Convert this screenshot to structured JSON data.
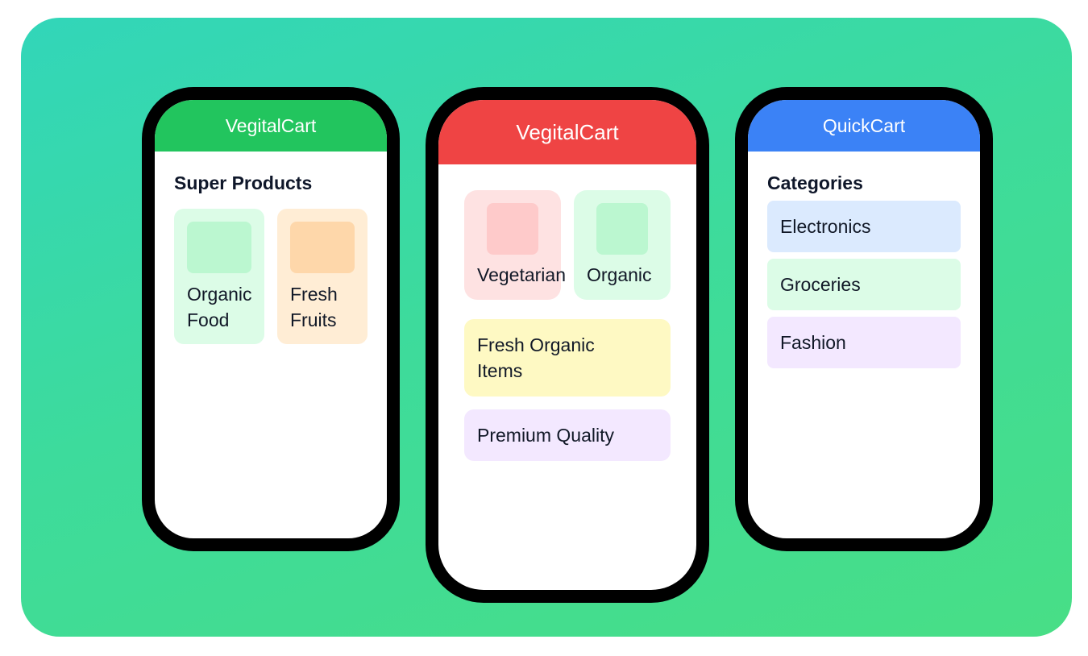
{
  "phones": {
    "left": {
      "header": "VegitalCart",
      "section_title": "Super Products",
      "tiles": [
        {
          "label_line1": "Organic",
          "label_line2": "Food"
        },
        {
          "label_line1": "Fresh",
          "label_line2": "Fruits"
        }
      ]
    },
    "center": {
      "header": "VegitalCart",
      "tiles": [
        {
          "label": "Vegetarian"
        },
        {
          "label": "Organic"
        }
      ],
      "banners": [
        {
          "line1": "Fresh Organic",
          "line2": "Items"
        },
        {
          "label": "Premium Quality"
        }
      ]
    },
    "right": {
      "header": "QuickCart",
      "section_title": "Categories",
      "categories": [
        {
          "label": "Electronics"
        },
        {
          "label": "Groceries"
        },
        {
          "label": "Fashion"
        }
      ]
    }
  },
  "colors": {
    "left_header": "#22c55e",
    "center_header": "#ef4444",
    "right_header": "#3b82f6",
    "background_gradient_start": "#32d6b9",
    "background_gradient_end": "#48de86"
  }
}
